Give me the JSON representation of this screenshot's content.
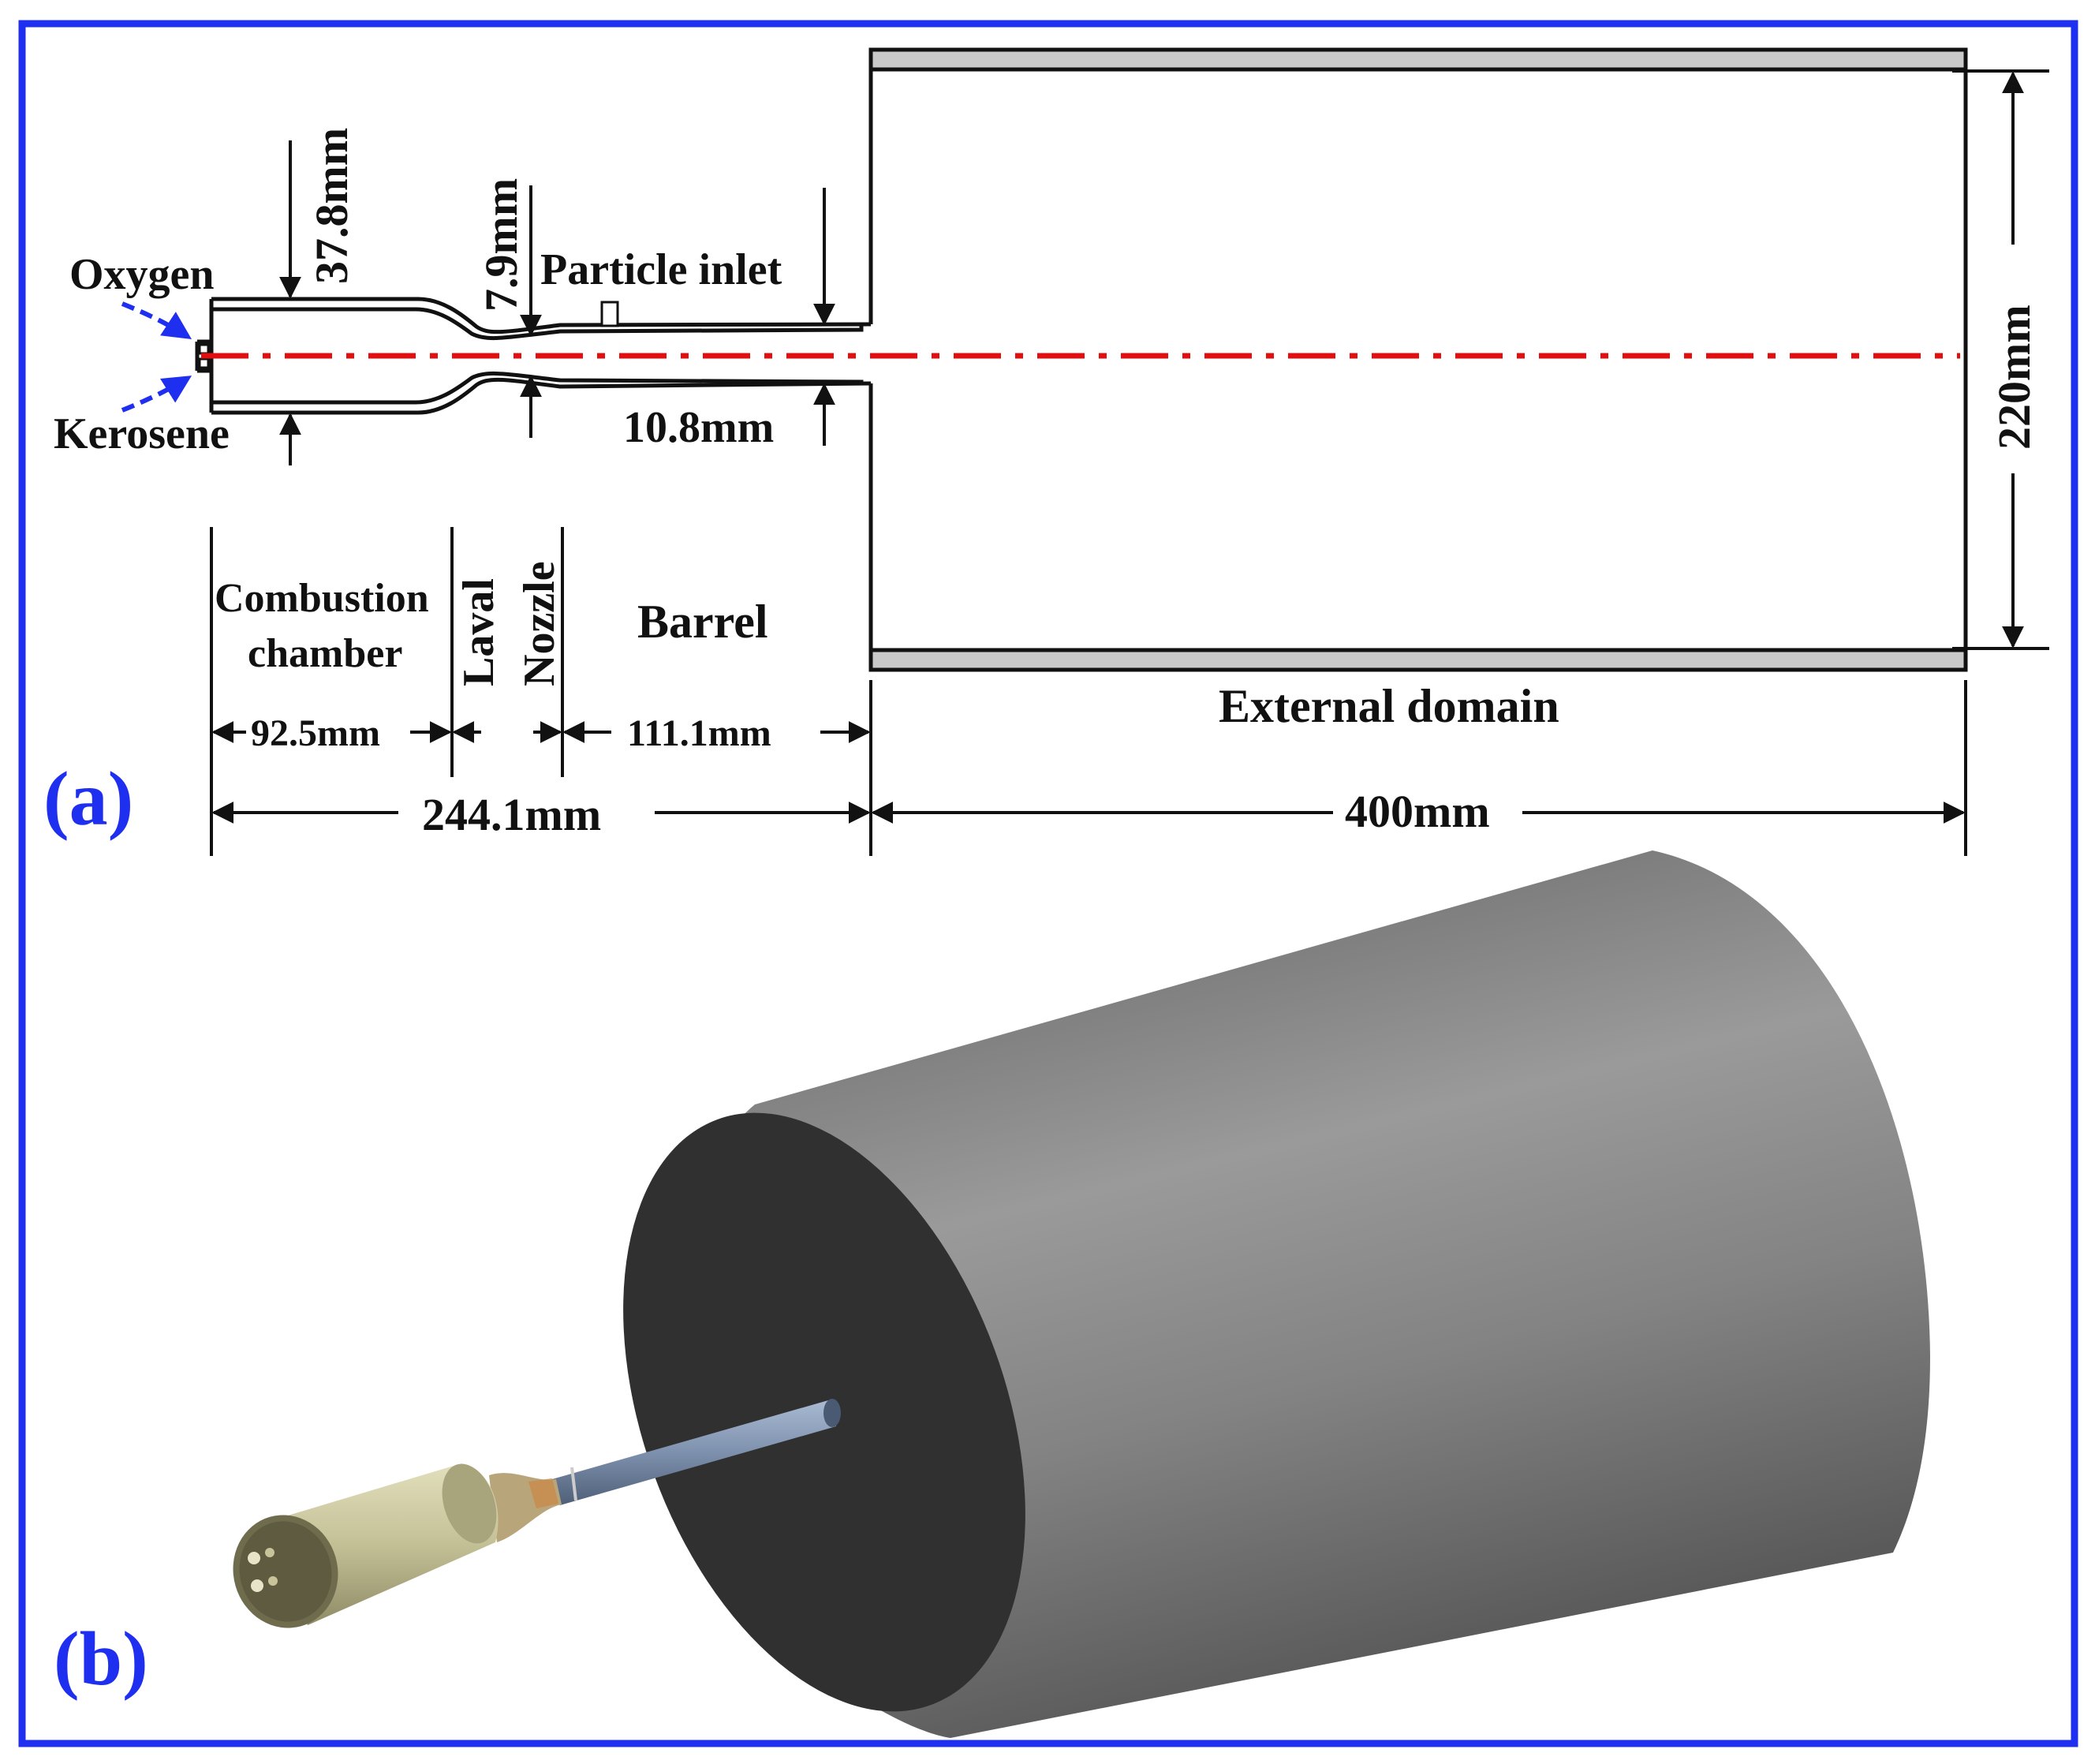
{
  "colors": {
    "frame": "#1f2ff0",
    "axis_line": "#e01010",
    "flow_arrow": "#1f2ff0",
    "outline": "#111111",
    "wall_fill": "#c9c9c9",
    "cylinder_face": "#303030",
    "cylinder_body": "#7a7a7a",
    "chamber": "#c8c49a",
    "barrel": "#7f93b0"
  },
  "panel_a": {
    "label": "(a)",
    "inlets": {
      "oxygen": "Oxygen",
      "kerosene": "Kerosene"
    },
    "dims": {
      "chamber_diameter": "37.8mm",
      "throat_diameter": "7.9mm",
      "barrel_diameter": "10.8mm",
      "domain_diameter": "220mm",
      "chamber_length": "92.5mm",
      "barrel_length": "111.1mm",
      "gun_length": "244.1mm",
      "domain_length": "400mm"
    },
    "particle_inlet": "Particle inlet",
    "sections": {
      "combustion_line1": "Combustion",
      "combustion_line2": "chamber",
      "laval": "Laval",
      "nozzle": "Nozzle",
      "barrel": "Barrel",
      "external": "External domain"
    }
  },
  "panel_b": {
    "label": "(b)"
  }
}
